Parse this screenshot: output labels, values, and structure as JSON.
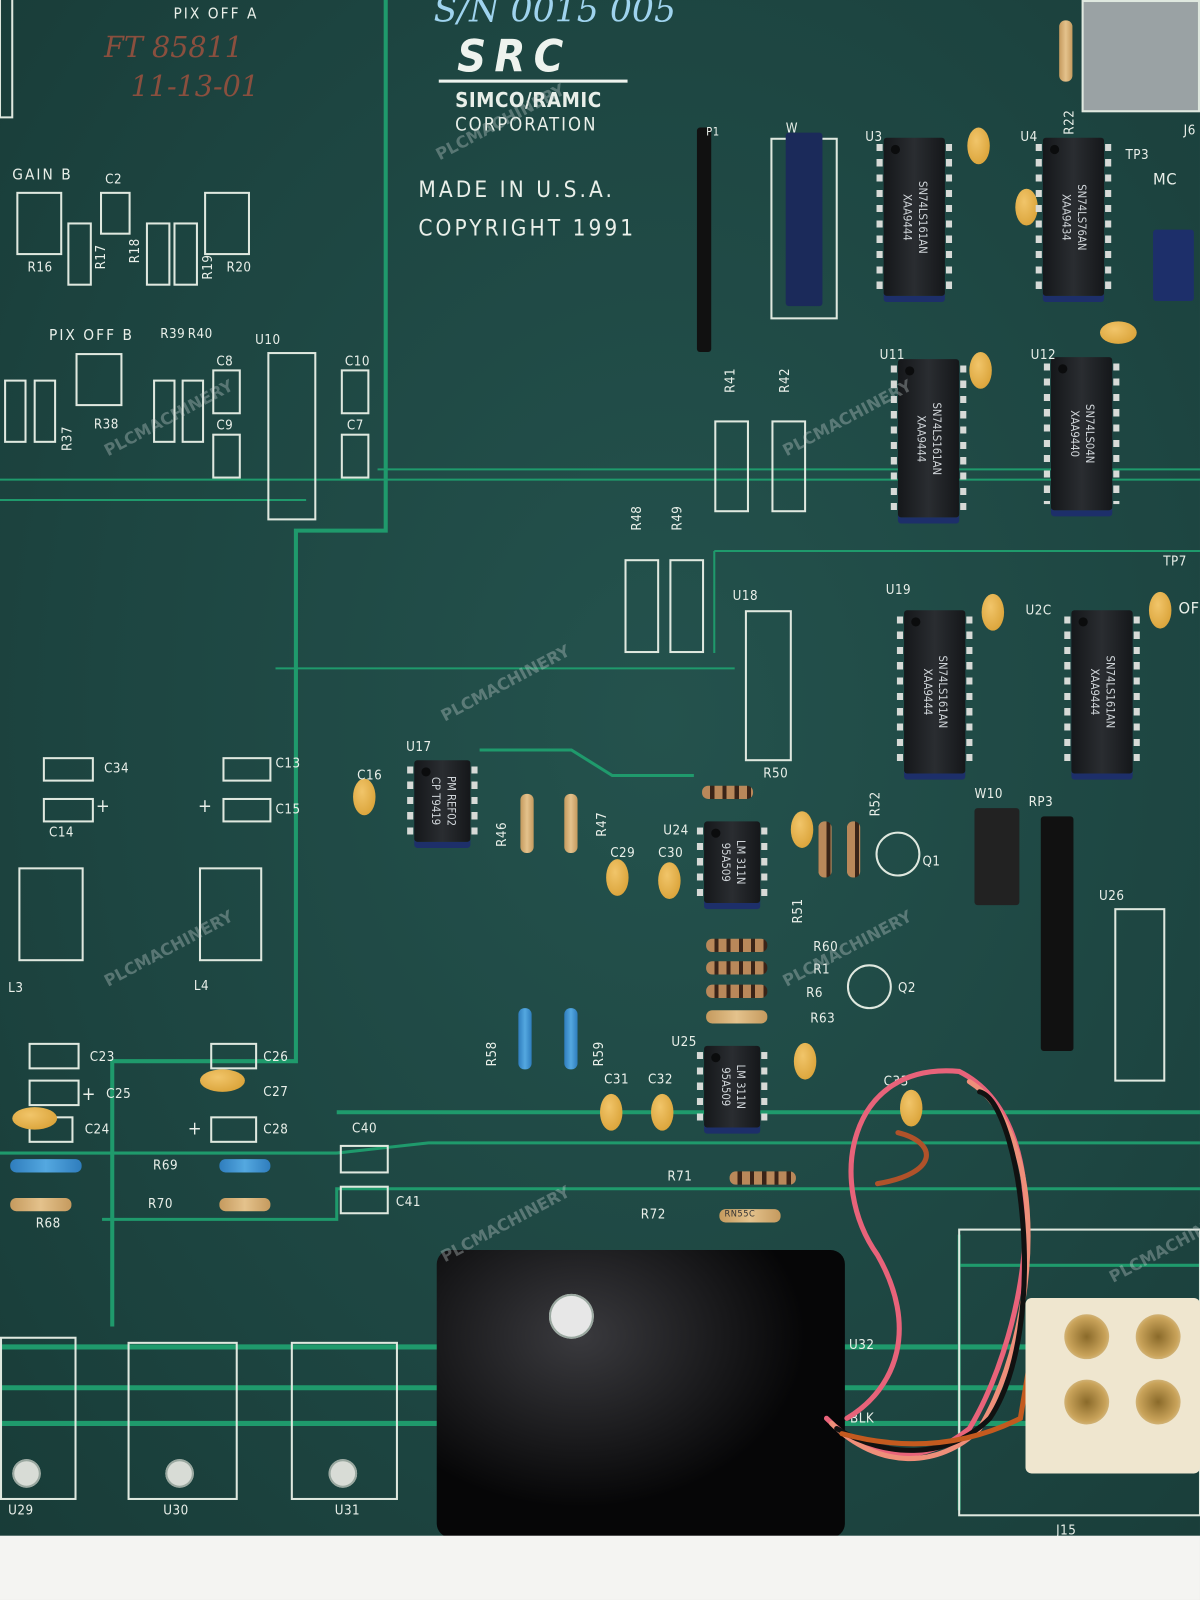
{
  "board": {
    "logo": "SRC",
    "maker_line1": "SIMCO/RAMIC",
    "maker_line2": "CORPORATION",
    "made_in": "MADE IN U.S.A.",
    "copyright": "COPYRIGHT 1991",
    "handwritten_serial": "S/N 0015 005",
    "handwritten_ft": "FT 85811",
    "handwritten_date": "11-13-01"
  },
  "sections": {
    "pix_off_a": "PIX OFF A",
    "gain_b": "GAIN B",
    "pix_off_b": "PIX OFF B"
  },
  "labels": {
    "C2": "C2",
    "R16": "R16",
    "R17": "R17",
    "R18": "R18",
    "R19": "R19",
    "R20": "R20",
    "R37": "R37",
    "R38": "R38",
    "R39": "R39",
    "R40": "R40",
    "U10": "U10",
    "C8": "C8",
    "C9": "C9",
    "C10": "C10",
    "C7": "C7",
    "P1": "P1",
    "W": "W",
    "U3": "U3",
    "U4": "U4",
    "R22": "R22",
    "TP3": "TP3",
    "MC": "MC",
    "J6": "J6",
    "U11": "U11",
    "U12": "U12",
    "R41": "R41",
    "R42": "R42",
    "R48": "R48",
    "R49": "R49",
    "U18": "U18",
    "U19": "U19",
    "U20": "U2C",
    "TP7": "TP7",
    "OF": "OF",
    "R50": "R50",
    "U17": "U17",
    "C16": "C16",
    "R46": "R46",
    "R47": "R47",
    "C29": "C29",
    "C30": "C30",
    "U24": "U24",
    "R51": "R51",
    "R52": "R52",
    "Q1": "Q1",
    "W10": "W10",
    "RP3": "RP3",
    "U26": "U26",
    "R60": "R60",
    "R1": "R1",
    "R6": "R6",
    "R63": "R63",
    "Q2": "Q2",
    "R58": "R58",
    "R59": "R59",
    "U25": "U25",
    "C31": "C31",
    "C32": "C32",
    "C33": "C33",
    "C34": "C34",
    "C14": "C14",
    "C13": "C13",
    "C15": "C15",
    "L3": "L3",
    "L4": "L4",
    "C23": "C23",
    "C25": "C25",
    "C24": "C24",
    "C26": "C26",
    "C27": "C27",
    "C28": "C28",
    "C40": "C40",
    "C41": "C41",
    "R68": "R68",
    "R69": "R69",
    "R70": "R70",
    "R71": "R71",
    "R72": "R72",
    "U32": "U32",
    "BLK": "BLK",
    "J15": "J15",
    "U29": "U29",
    "U30": "U30",
    "U31": "U31",
    "plus": "+"
  },
  "chips": {
    "U3": {
      "part": "SN74LS161AN",
      "code": "XAA9444"
    },
    "U4": {
      "part": "SN74LS76AN",
      "code": "XAA9434"
    },
    "U11": {
      "part": "SN74LS161AN",
      "code": "XAA9444"
    },
    "U12": {
      "part": "SN74LS04N",
      "code": "XAA9440"
    },
    "U19": {
      "part": "SN74LS161AN",
      "code": "XAA9444"
    },
    "U20": {
      "part": "SN74LS161AN",
      "code": "XAA9444"
    },
    "U17": {
      "part": "PM REF02",
      "code": "CP T9419"
    },
    "U24": {
      "part": "LM 311N",
      "code": "95A509"
    },
    "U25": {
      "part": "LM 311N",
      "code": "95A509"
    }
  },
  "resistor_marking": "RN55C",
  "watermark": {
    "line1": "PLC",
    "line2": "MACHINERY"
  }
}
